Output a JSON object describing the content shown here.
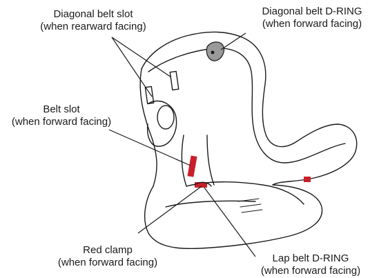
{
  "labels": {
    "diagonal_belt_slot": {
      "line1": "Diagonal belt slot",
      "line2": "(when rearward facing)"
    },
    "diagonal_belt_d_ring": {
      "line1": "Diagonal belt D-RING",
      "line2": "(when forward facing)"
    },
    "belt_slot": {
      "line1": "Belt  slot",
      "line2": "(when forward facing)"
    },
    "red_clamp": {
      "line1": "Red clamp",
      "line2": "(when forward facing)"
    },
    "lap_belt_d_ring": {
      "line1": "Lap belt D-RING",
      "line2": "(when forward facing)"
    }
  },
  "colors": {
    "line": "#1a1a1a",
    "clamp_red": "#c8202a",
    "dring_gray": "#9a9a9a"
  }
}
